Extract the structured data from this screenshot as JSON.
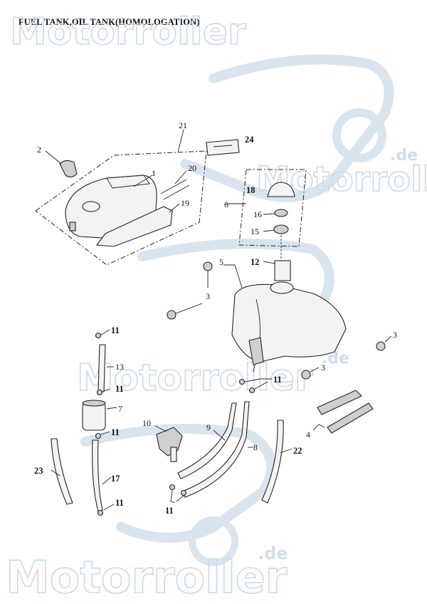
{
  "title": "FUEL TANK,OIL TANK(HOMOLOGATION)",
  "watermark": {
    "brand": "Motorroller",
    "suffix": ".de",
    "color": "#c9d7e6"
  },
  "callouts": [
    {
      "id": "c21",
      "text": "21",
      "bold": false
    },
    {
      "id": "c24",
      "text": "24",
      "bold": true
    },
    {
      "id": "c2",
      "text": "2",
      "bold": false
    },
    {
      "id": "c1",
      "text": "1",
      "bold": false
    },
    {
      "id": "c20",
      "text": "20",
      "bold": false
    },
    {
      "id": "c19",
      "text": "19",
      "bold": false
    },
    {
      "id": "c18",
      "text": "18",
      "bold": true
    },
    {
      "id": "c6",
      "text": "6",
      "bold": false
    },
    {
      "id": "c16",
      "text": "16",
      "bold": false
    },
    {
      "id": "c15",
      "text": "15",
      "bold": false
    },
    {
      "id": "c5",
      "text": "5",
      "bold": false
    },
    {
      "id": "c12",
      "text": "12",
      "bold": true
    },
    {
      "id": "c3a",
      "text": "3",
      "bold": false
    },
    {
      "id": "c3b",
      "text": "3",
      "bold": false
    },
    {
      "id": "c3c",
      "text": "3",
      "bold": false
    },
    {
      "id": "c11a",
      "text": "11",
      "bold": true
    },
    {
      "id": "c13",
      "text": "13",
      "bold": false
    },
    {
      "id": "c11b",
      "text": "11",
      "bold": true
    },
    {
      "id": "c11c",
      "text": "11",
      "bold": true
    },
    {
      "id": "c7",
      "text": "7",
      "bold": false
    },
    {
      "id": "c11d",
      "text": "11",
      "bold": true
    },
    {
      "id": "c10",
      "text": "10",
      "bold": false
    },
    {
      "id": "c9",
      "text": "9",
      "bold": false
    },
    {
      "id": "c8",
      "text": "8",
      "bold": false
    },
    {
      "id": "c22",
      "text": "22",
      "bold": true
    },
    {
      "id": "c4",
      "text": "4",
      "bold": false
    },
    {
      "id": "c23",
      "text": "23",
      "bold": true
    },
    {
      "id": "c17",
      "text": "17",
      "bold": true
    },
    {
      "id": "c11e",
      "text": "11",
      "bold": true
    },
    {
      "id": "c11f",
      "text": "11",
      "bold": true
    }
  ]
}
